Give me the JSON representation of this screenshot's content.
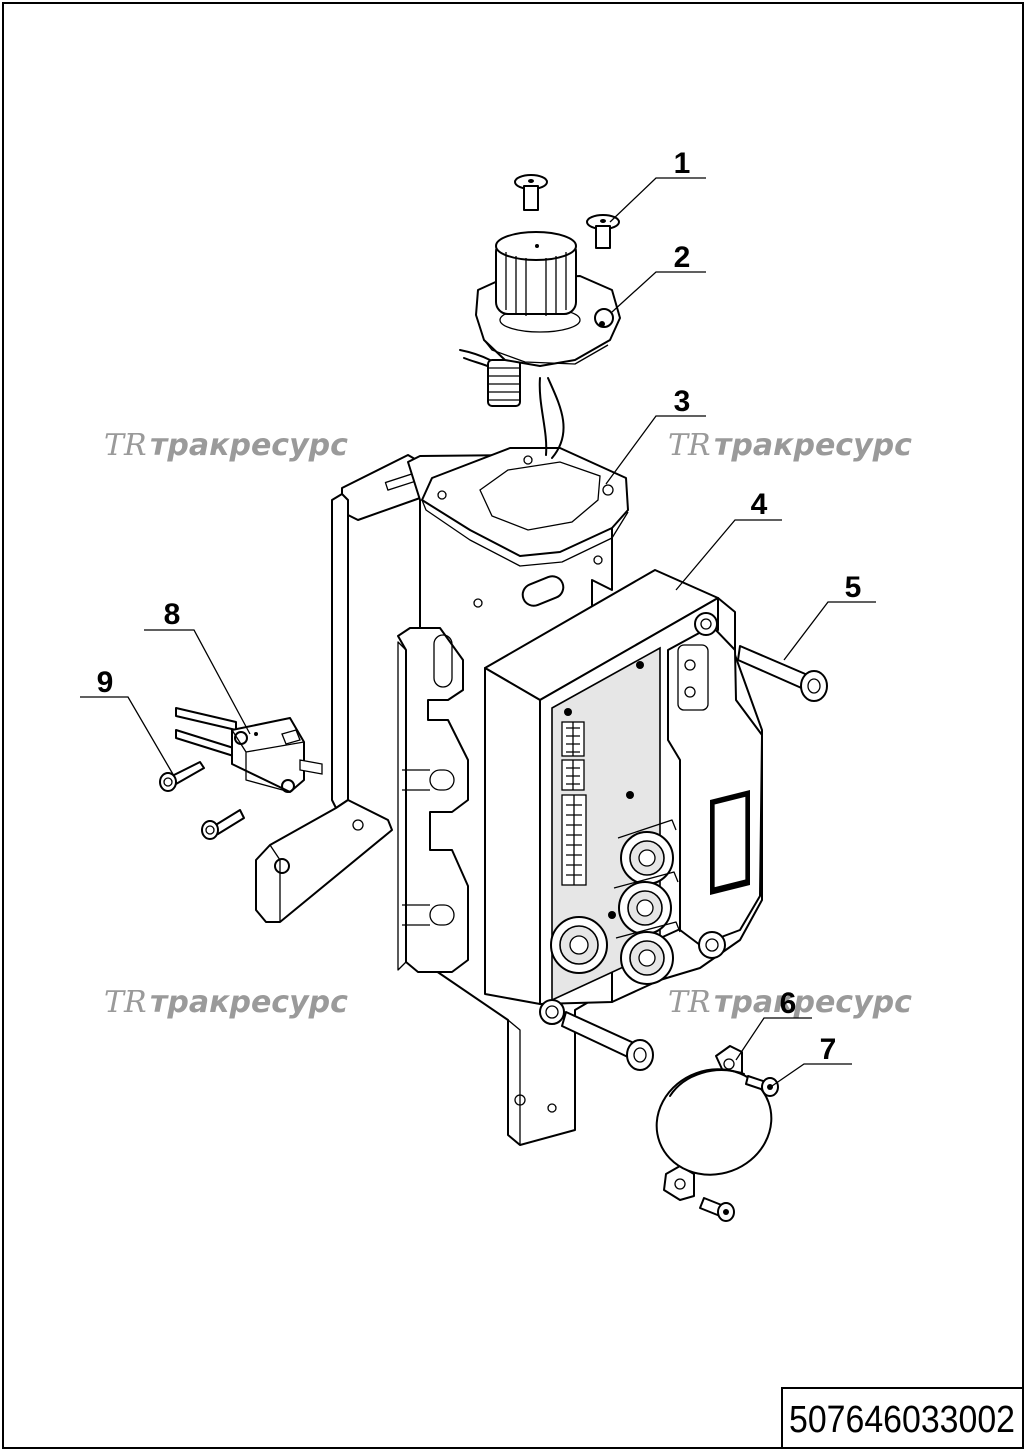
{
  "drawing": {
    "part_number": "507646033002",
    "callouts": [
      "1",
      "2",
      "3",
      "4",
      "5",
      "6",
      "7",
      "8",
      "9"
    ],
    "watermark": {
      "logo": "TR",
      "text": "тракресурс"
    }
  }
}
